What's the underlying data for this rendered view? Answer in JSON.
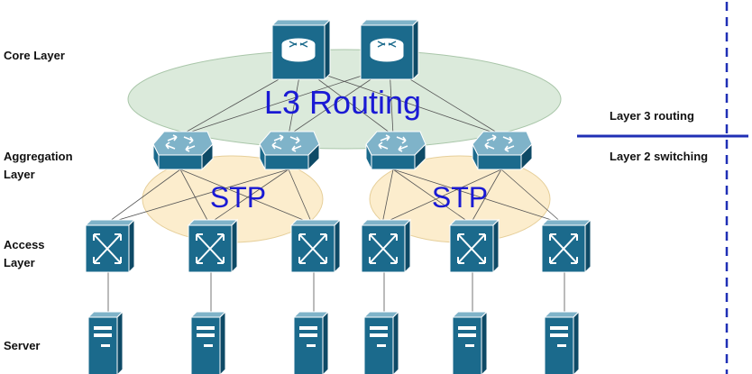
{
  "layers": {
    "core": "Core Layer",
    "aggregation": [
      "Aggregation",
      "Layer"
    ],
    "access": [
      "Access",
      "Layer"
    ],
    "server": "Server"
  },
  "zones": {
    "layer3": "Layer 3 routing",
    "layer2": "Layer 2 switching"
  },
  "regions": {
    "l3": "L3 Routing",
    "stp_left": "STP",
    "stp_right": "STP"
  },
  "colors": {
    "device_fill": "#1b6a8c",
    "device_light": "#7fb3c9",
    "l3_ellipse": "#cfe3cf",
    "stp_ellipse": "#fbe8c0",
    "divider": "#1f2fb5",
    "label_blue": "#1a1ad4"
  },
  "icons": {
    "core": "router-icon",
    "aggregation": "l3-switch-icon",
    "access": "layer2-switch-icon",
    "server": "server-icon"
  }
}
